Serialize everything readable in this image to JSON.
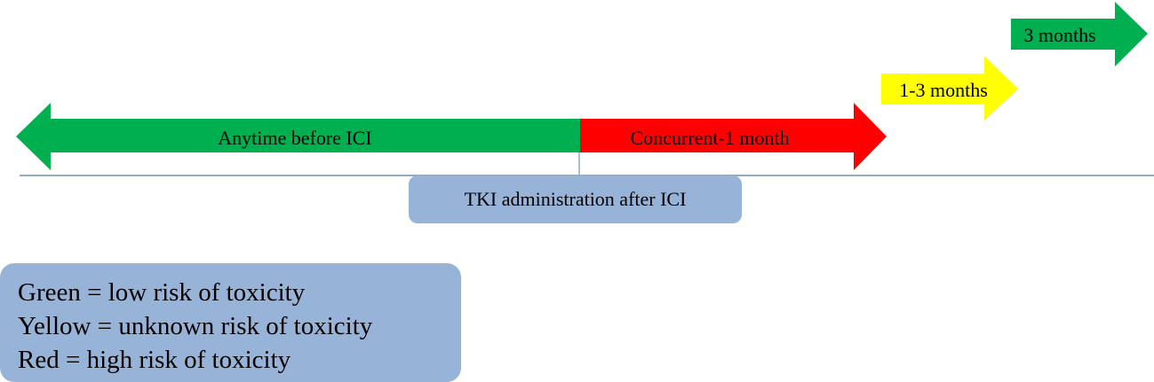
{
  "colors": {
    "green": "#00b050",
    "red": "#ff0000",
    "yellow": "#ffff00",
    "box": "#97b3d8",
    "axis": "#8eaac8"
  },
  "arrows": {
    "anytime_before": "Anytime before ICI",
    "concurrent": "Concurrent-1 month",
    "one_to_three": "1-3 months",
    "three_months": "3 months"
  },
  "tki_label": "TKI administration after ICI",
  "legend": {
    "green": "Green = low risk of toxicity",
    "yellow": "Yellow = unknown risk of toxicity",
    "red": "Red = high risk of toxicity"
  }
}
